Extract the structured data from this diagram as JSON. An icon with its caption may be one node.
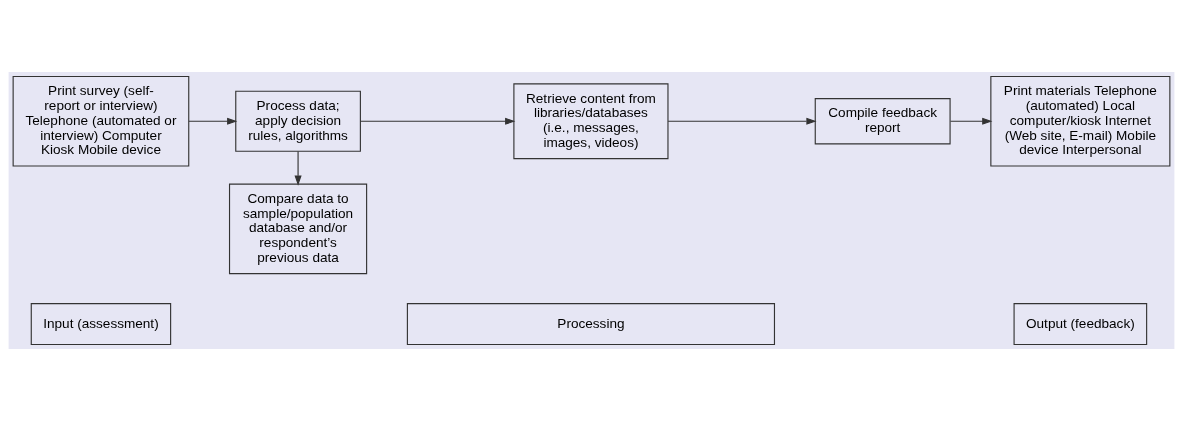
{
  "diagram": {
    "nodes": [
      {
        "text": [
          "Input (assessment)"
        ]
      },
      {
        "text": [
          "Processing"
        ]
      },
      {
        "text": [
          "Output (feedback)"
        ]
      },
      {
        "text": [
          "Print survey (self-report or interview) Telephone (automated or interview) Computer Kiosk Mobile device"
        ]
      },
      {
        "text": [
          "Process data; apply decision rules, algorithms"
        ]
      },
      {
        "text": [
          "Retrieve content from libraries/databases (i.e., messages, images, videos)"
        ]
      },
      {
        "text": [
          "Compile feedback report"
        ]
      },
      {
        "text": [
          "Print materials Telephone (automated) Local computer/kiosk Internet (Web site, E-mail) Mobile device Interpersonal"
        ]
      },
      {
        "text": [
          "Compare data to sample/population database and/or respondent’s previous data"
        ]
      }
    ],
    "edges": [
      {
        "from": 3,
        "to": 4,
        "arrow": "to"
      },
      {
        "from": 4,
        "to": 5,
        "arrow": "to"
      },
      {
        "from": 5,
        "to": 6,
        "arrow": "to"
      },
      {
        "from": 6,
        "to": 7,
        "arrow": "to"
      },
      {
        "from": 4,
        "to": 8,
        "arrow": "to"
      }
    ]
  }
}
